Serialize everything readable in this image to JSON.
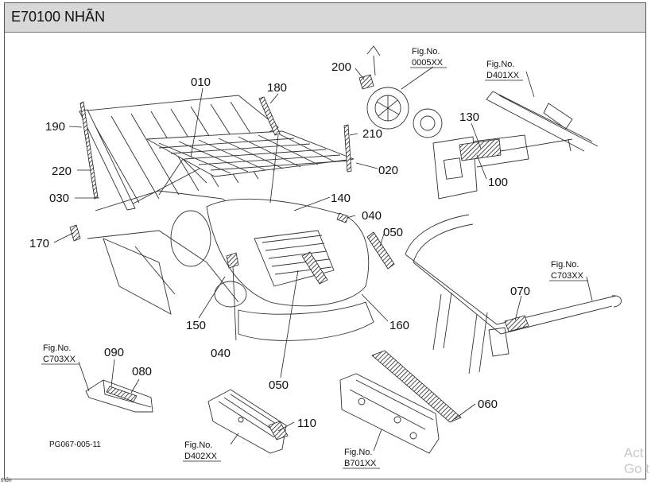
{
  "title": "E70100 NHÃN",
  "code": "PG067-005-11",
  "corner_note": "thốn",
  "watermark": [
    "Act",
    "Go t"
  ],
  "callouts": {
    "c010": "010",
    "c020": "020",
    "c030": "030",
    "c040a": "040",
    "c040b": "040",
    "c050a": "050",
    "c050b": "050",
    "c060": "060",
    "c070": "070",
    "c080": "080",
    "c090": "090",
    "c100": "100",
    "c110": "110",
    "c130": "130",
    "c140": "140",
    "c150": "150",
    "c160": "160",
    "c170": "170",
    "c180": "180",
    "c190": "190",
    "c200": "200",
    "c210": "210",
    "c220": "220"
  },
  "fig_refs": {
    "fig_label": "Fig.No.",
    "f0005": "0005XX",
    "fD401": "D401XX",
    "fC703a": "C703XX",
    "fC703b": "C703XX",
    "fD402": "D402XX",
    "fB701": "B701XX"
  }
}
